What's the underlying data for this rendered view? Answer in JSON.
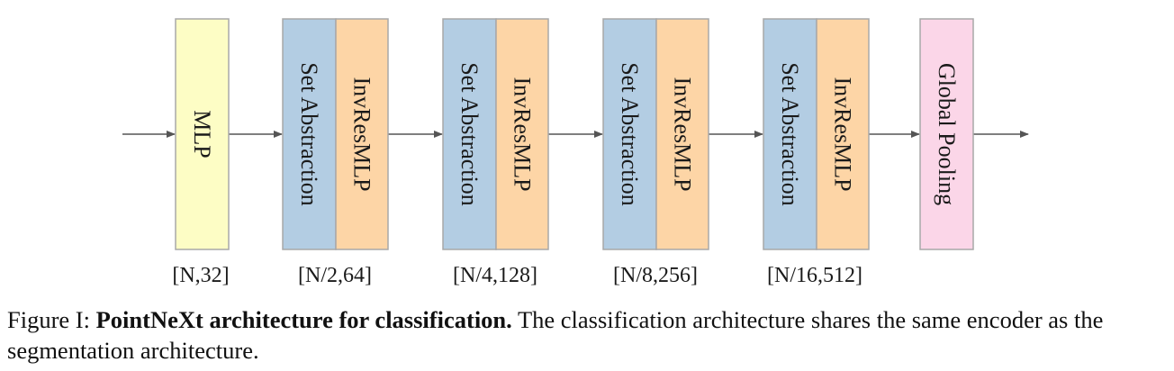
{
  "colors": {
    "mlp": "#fdfdc5",
    "set_abstraction": "#b3cde3",
    "invresmlp": "#fdd5a6",
    "global_pooling": "#fbd6e8",
    "border": "#a8a8a8",
    "arrow": "#555555"
  },
  "diagram": {
    "blocks": [
      {
        "id": "mlp",
        "label": "MLP",
        "kind": "mlp"
      },
      {
        "id": "stage-1-set-abstraction",
        "label": "Set Abstraction",
        "kind": "set_abstraction"
      },
      {
        "id": "stage-1-invresmlp",
        "label": "InvResMLP",
        "kind": "invresmlp"
      },
      {
        "id": "stage-2-set-abstraction",
        "label": "Set Abstraction",
        "kind": "set_abstraction"
      },
      {
        "id": "stage-2-invresmlp",
        "label": "InvResMLP",
        "kind": "invresmlp"
      },
      {
        "id": "stage-3-set-abstraction",
        "label": "Set Abstraction",
        "kind": "set_abstraction"
      },
      {
        "id": "stage-3-invresmlp",
        "label": "InvResMLP",
        "kind": "invresmlp"
      },
      {
        "id": "stage-4-set-abstraction",
        "label": "Set Abstraction",
        "kind": "set_abstraction"
      },
      {
        "id": "stage-4-invresmlp",
        "label": "InvResMLP",
        "kind": "invresmlp"
      },
      {
        "id": "global-pooling",
        "label": "Global Pooling",
        "kind": "global_pooling"
      }
    ],
    "dims": [
      "[N,32]",
      "[N/2,64]",
      "[N/4,128]",
      "[N/8,256]",
      "[N/16,512]"
    ]
  },
  "caption": {
    "prefix": "Figure I: ",
    "title": "PointNeXt architecture for classification.",
    "body": " The classification architecture shares the same encoder as the segmentation architecture."
  }
}
